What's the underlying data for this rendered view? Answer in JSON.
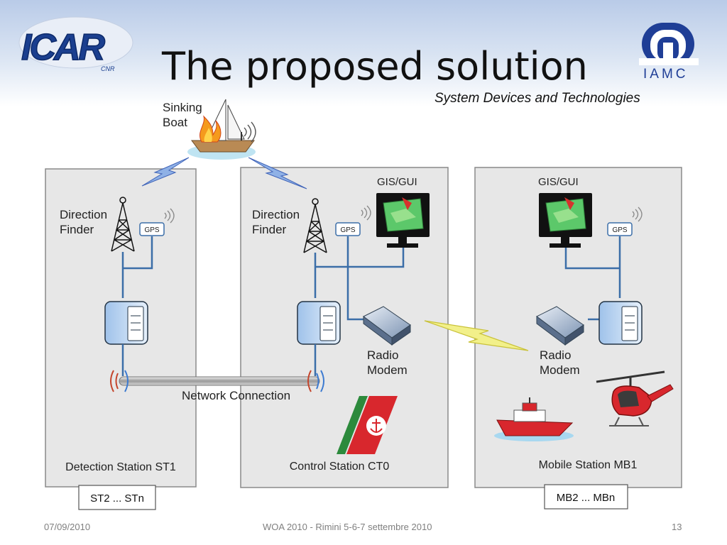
{
  "slide": {
    "title": "The proposed solution",
    "subtitle": "System Devices and Technologies",
    "page_number": "13",
    "date": "07/09/2010",
    "footer_text": "WOA 2010 - Rimini 5-6-7 settembre 2010"
  },
  "logos": {
    "icar": {
      "text": "ICAR",
      "sub": "CNR"
    },
    "iamc": {
      "text": "IAMC"
    }
  },
  "diagram": {
    "sinking_boat": [
      "Sinking",
      "Boat"
    ],
    "direction_finder": [
      "Direction",
      "Finder"
    ],
    "gps": "GPS",
    "gis_gui": "GIS/GUI",
    "radio_modem": [
      "Radio",
      "Modem"
    ],
    "network_connection": "Network Connection",
    "stations": {
      "detection": "Detection Station ST1",
      "control": "Control Station CT0",
      "mobile": "Mobile Station MB1"
    },
    "extra_boxes": {
      "detection": "ST2 ... STn",
      "mobile": "MB2 ... MBn"
    }
  },
  "colors": {
    "panel_fill": "#e7e7e7",
    "panel_stroke": "#8a8a8a",
    "wire": "#3b6ea8",
    "icar_blue": "#1b3f8f",
    "iamc_blue": "#1f3e96",
    "coast_guard_red": "#d8272d"
  }
}
